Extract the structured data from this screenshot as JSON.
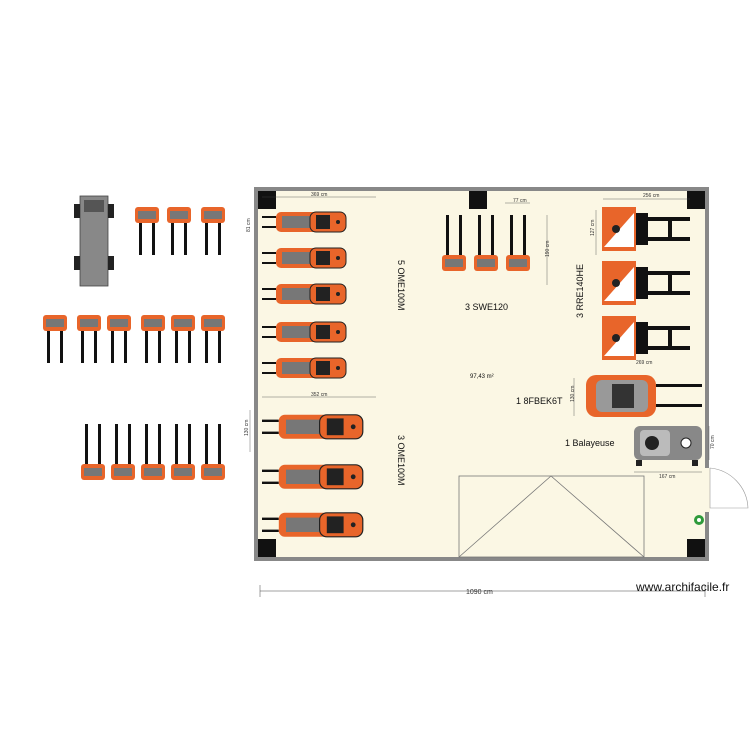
{
  "labels": {
    "ome_top": "5 OME100M",
    "ome_bottom": "3 OME100M",
    "swe": "3 SWE120",
    "rre": "3 RRE140HE",
    "fbek": "1 8FBEK6T",
    "balayeuse": "1 Balayeuse",
    "area": "97,43 m²"
  },
  "dimensions": {
    "total_width": "1090 cm",
    "ome_top_width": "369 cm",
    "ome_top_gap": "81 cm",
    "ome_bottom_width": "352 cm",
    "ome_bottom_height": "130 cm",
    "swe_gap": "77 cm",
    "swe_height": "190 cm",
    "rre_width": "256 cm",
    "rre_height": "127 cm",
    "rre_bottom": "269 cm",
    "fbek_height": "130 cm",
    "balayeuse_width": "167 cm",
    "balayeuse_height": "70 cm"
  },
  "watermark": "www.archifacile.fr",
  "colors": {
    "orange": "#e8652a",
    "dark": "#1a1a1a",
    "grey": "#888888",
    "floor": "#fbf7e4",
    "wall": "#888888"
  }
}
